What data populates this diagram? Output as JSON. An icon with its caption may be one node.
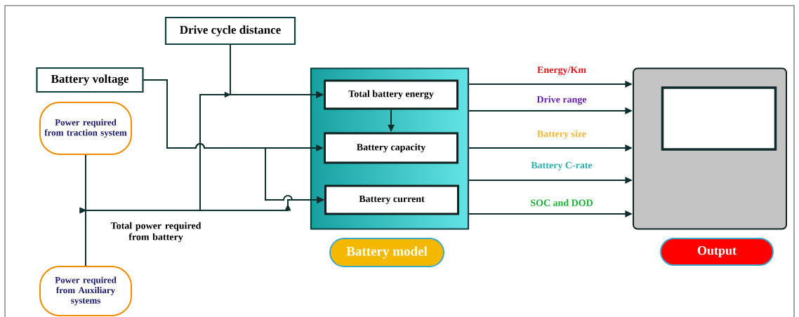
{
  "diagram": {
    "nodes": [
      {
        "text": [
          "Drive cycle distance"
        ]
      },
      {
        "text": [
          "Battery voltage"
        ]
      },
      {
        "text": [
          "Power required from traction system"
        ]
      },
      {
        "text": [
          "Power required from Auxiliary systems"
        ]
      },
      {
        "text": [],
        "shape": "box"
      },
      {
        "text": [
          "Total  battery energy"
        ],
        "in": 4
      },
      {
        "text": [
          "Battery capacity"
        ],
        "in": 4
      },
      {
        "text": [
          "Battery current"
        ],
        "in": 4
      },
      {
        "text": [
          "Battery model"
        ]
      },
      {
        "text": [],
        "shape": "box"
      },
      {
        "text": [],
        "shape": "box",
        "in": 9
      },
      {
        "text": [
          "Output"
        ]
      }
    ],
    "edges": [
      {
        "from": 0,
        "to": 5,
        "arrow": "to"
      },
      {
        "from": 2,
        "to": 5,
        "arrow": "to"
      },
      {
        "from": 3,
        "to": 5,
        "arrow": "to"
      },
      {
        "from": 2,
        "to": 7,
        "arrow": "to"
      },
      {
        "from": 3,
        "to": 7,
        "arrow": "to"
      },
      {
        "from": 1,
        "to": 6,
        "arrow": "to"
      },
      {
        "from": 1,
        "to": 7,
        "arrow": "to"
      },
      {
        "from": 5,
        "to": 6,
        "arrow": "to"
      },
      {
        "from": 4,
        "to": 9,
        "arrow": "to",
        "label": "Energy/Km"
      },
      {
        "from": 4,
        "to": 9,
        "arrow": "to",
        "label": "Drive range"
      },
      {
        "from": 4,
        "to": 9,
        "arrow": "to",
        "label": "Battery size"
      },
      {
        "from": 4,
        "to": 9,
        "arrow": "to",
        "label": "Battery C-rate"
      },
      {
        "from": 4,
        "to": 9,
        "arrow": "to",
        "label": "SOC and DOD"
      }
    ],
    "labels": [
      "Total power required from battery"
    ]
  }
}
